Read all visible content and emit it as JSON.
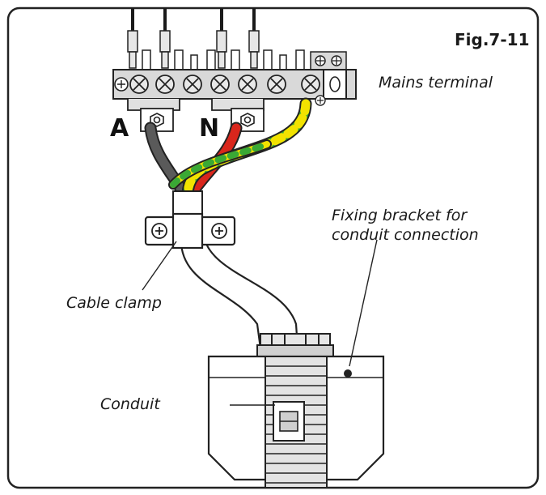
{
  "figure": {
    "label": "Fig.7-11",
    "labels": {
      "mains_terminal": "Mains terminal",
      "phase_a": "A",
      "phase_n": "N",
      "bracket_line1": "Fixing bracket for",
      "bracket_line2": "conduit connection",
      "cable_clamp": "Cable clamp",
      "conduit": "Conduit"
    }
  },
  "colors": {
    "outline": "#222222",
    "wire_live": "#555555",
    "wire_neutral": "#d9261c",
    "wire_earth_green": "#3aa935",
    "wire_earth_yellow": "#f2e200",
    "terminal_fill": "#d9d9d9",
    "cable_sheath": "#ffffff"
  }
}
